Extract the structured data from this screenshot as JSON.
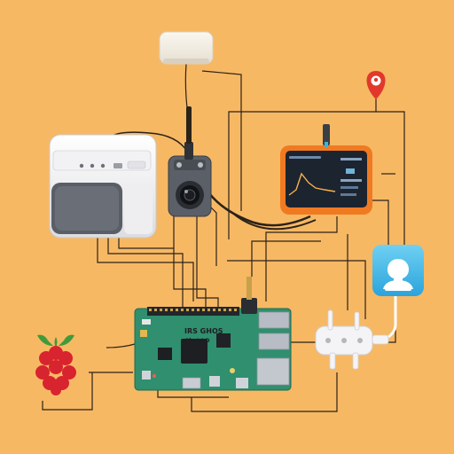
{
  "colors": {
    "background": "#f7b864",
    "wire": "#2b2218",
    "board_green": "#2f8f6e",
    "tablet_orange": "#f07a22",
    "screen_dark": "#1c2430",
    "cloud_blue": "#3fb6e6",
    "raspberry_red": "#d8242f",
    "raspberry_leaf": "#3f9b3a",
    "pin_red": "#e2382b"
  },
  "icons": {
    "location": "location-pin-icon",
    "user": "user-icon",
    "logo": "raspberry-logo"
  },
  "board": {
    "label_line1": "IRS GHOS",
    "label_line2": "Gkst.LO"
  }
}
